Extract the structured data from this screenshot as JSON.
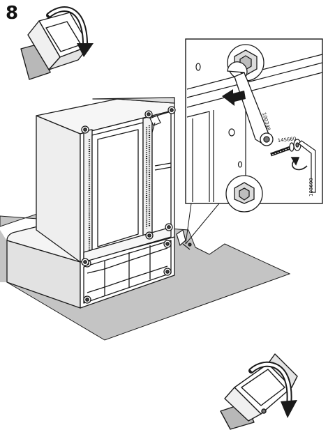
{
  "step": {
    "number": "8"
  },
  "parts": {
    "wrench": "100348",
    "screw": "145660",
    "hex_key": "103690"
  },
  "icons": [
    "rotate-cw-icon",
    "rotate-ccw-icon",
    "push-arrow-icon"
  ],
  "colors": {
    "line": "#1a1a1a",
    "floor": "#c4c4c4",
    "shade": "#d9d9d9",
    "dark": "#777777"
  }
}
